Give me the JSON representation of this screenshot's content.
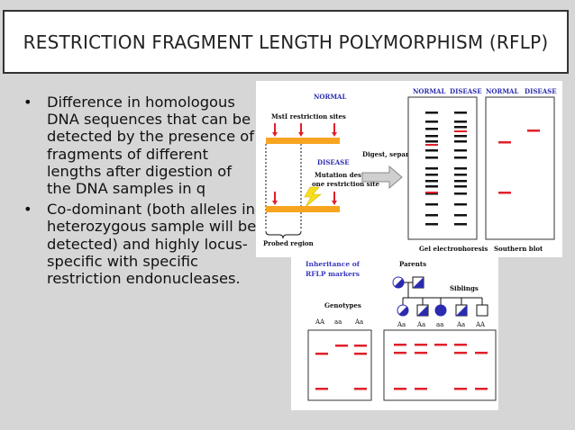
{
  "slide": {
    "title": "RESTRICTION FRAGMENT LENGTH POLYMORPHISM (RFLP)",
    "bullets": [
      "Difference in homologous DNA sequences that can be detected by the presence of fragments of different lengths after digestion of the DNA samples in q",
      "Co-dominant (both alleles in heterozygous sample will be detected) and highly locus-specific with specific restriction endonucleases."
    ]
  },
  "diagram1": {
    "normal": "NORMAL",
    "msti_site": "MstI restriction sites",
    "disease": "DISEASE",
    "mutation_note_1": "Mutation destroys",
    "mutation_note_2": "one restriction site",
    "probed_region": "Probed region",
    "digest": "Digest, separate",
    "lane_normal_1": "NORMAL",
    "lane_disease_1": "DISEASE",
    "lane_normal_2": "NORMAL",
    "lane_disease_2": "DISEASE",
    "gel_label": "Gel electrophoresis",
    "southern_label": "Southern blot"
  },
  "diagram2": {
    "inheritance_1": "Inheritance of",
    "inheritance_2": "RFLP markers",
    "parents": "Parents",
    "siblings": "Siblings",
    "genotypes": "Genotypes",
    "left_genotypes": [
      "AA",
      "aa",
      "Aa"
    ],
    "right_genotypes": [
      "Aa",
      "Aa",
      "aa",
      "Aa",
      "AA"
    ]
  },
  "colors": {
    "orange": "#f7a521",
    "red": "#e0202a",
    "navy": "#2b2bb0",
    "arrow": "#cfcfcf"
  }
}
